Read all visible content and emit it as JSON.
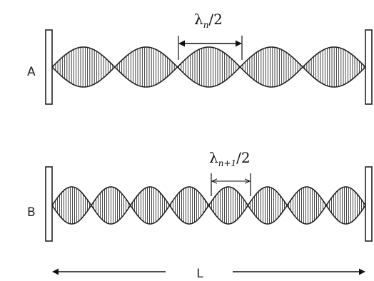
{
  "labels": {
    "panel_a": "A",
    "panel_b": "B",
    "length": "L"
  },
  "lambda_a": {
    "symbol": "λ",
    "subscript": "n",
    "suffix": "/2"
  },
  "lambda_b": {
    "symbol": "λ",
    "subscript": "n+1",
    "suffix": "/2"
  },
  "cavities": [
    {
      "id": "A",
      "half_wavelengths": 5,
      "marked_loop": 3
    },
    {
      "id": "B",
      "half_wavelengths": 8,
      "marked_loop": 5
    }
  ]
}
